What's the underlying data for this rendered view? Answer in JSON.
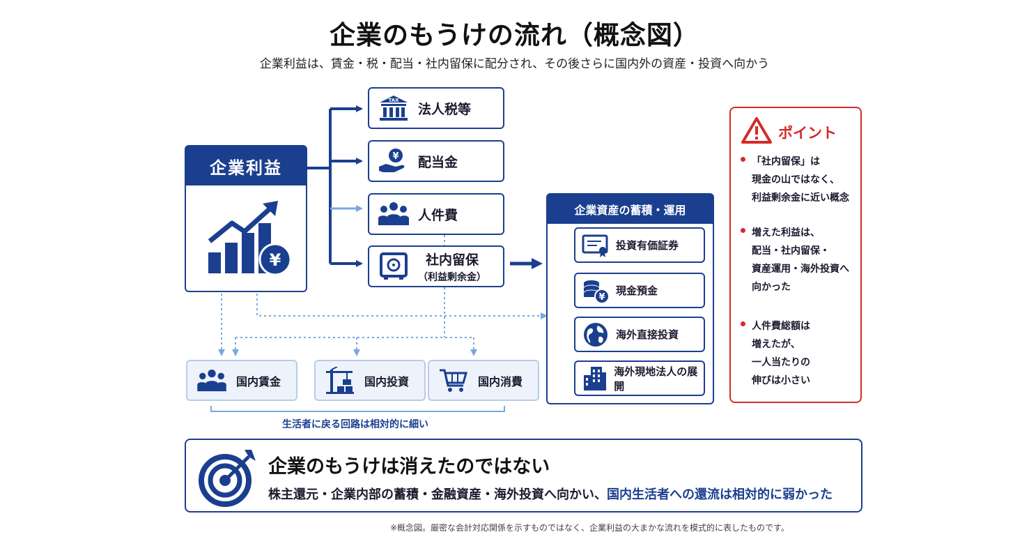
{
  "header": {
    "title": "企業のもうけの流れ（概念図）",
    "subtitle": "企業利益は、賃金・税・配当・社内留保に配分され、その後さらに国内外の資産・投資へ向かう"
  },
  "profit": {
    "label": "企業利益"
  },
  "distribution": [
    {
      "label": "法人税等",
      "icon": "bank-tax-icon",
      "icon_text": "TAX"
    },
    {
      "label": "配当金",
      "icon": "yen-hand-icon"
    },
    {
      "label": "人件費",
      "icon": "people-icon"
    },
    {
      "label": "社内留保",
      "sub": "（利益剰余金）",
      "icon": "safe-icon"
    }
  ],
  "assets": {
    "title": "企業資産の蓄積・運用",
    "items": [
      {
        "label": "投資有価証券",
        "icon": "certificate-icon"
      },
      {
        "label": "現金預金",
        "icon": "coins-yen-icon"
      },
      {
        "label": "海外直接投資",
        "icon": "globe-icon"
      },
      {
        "label": "海外現地法人の展開",
        "icon": "building-icon"
      }
    ]
  },
  "domestic": {
    "items": [
      {
        "label": "国内賃金",
        "icon": "people-icon"
      },
      {
        "label": "国内投資",
        "icon": "crane-icon"
      },
      {
        "label": "国内消費",
        "icon": "cart-icon"
      }
    ],
    "bracket_label": "生活者に戻る回路は相対的に細い"
  },
  "point": {
    "title": "ポイント",
    "items": [
      {
        "lines": [
          "「社内留保」は",
          "現金の山ではなく、",
          "利益剰余金に近い概念"
        ]
      },
      {
        "lines": [
          "増えた利益は、",
          "配当・社内留保・",
          "資産運用・海外投資へ",
          "向かった"
        ]
      },
      {
        "lines": [
          "人件費総額は",
          "増えたが、",
          "一人当たりの",
          "伸びは小さい"
        ]
      }
    ]
  },
  "banner": {
    "title": "企業のもうけは消えたのではない",
    "text_plain": "株主還元・企業内部の蓄積・金融資産・海外投資へ向かい、",
    "text_highlight": "国内生活者への還流は相対的に弱かった"
  },
  "footnote": "※概念図。厳密な会計対応関係を示すものではなく、企業利益の大まかな流れを模式的に表したものです。",
  "colors": {
    "navy": "#1b3f8f",
    "light_blue": "#7aa6e0",
    "red": "#d42a2a"
  }
}
